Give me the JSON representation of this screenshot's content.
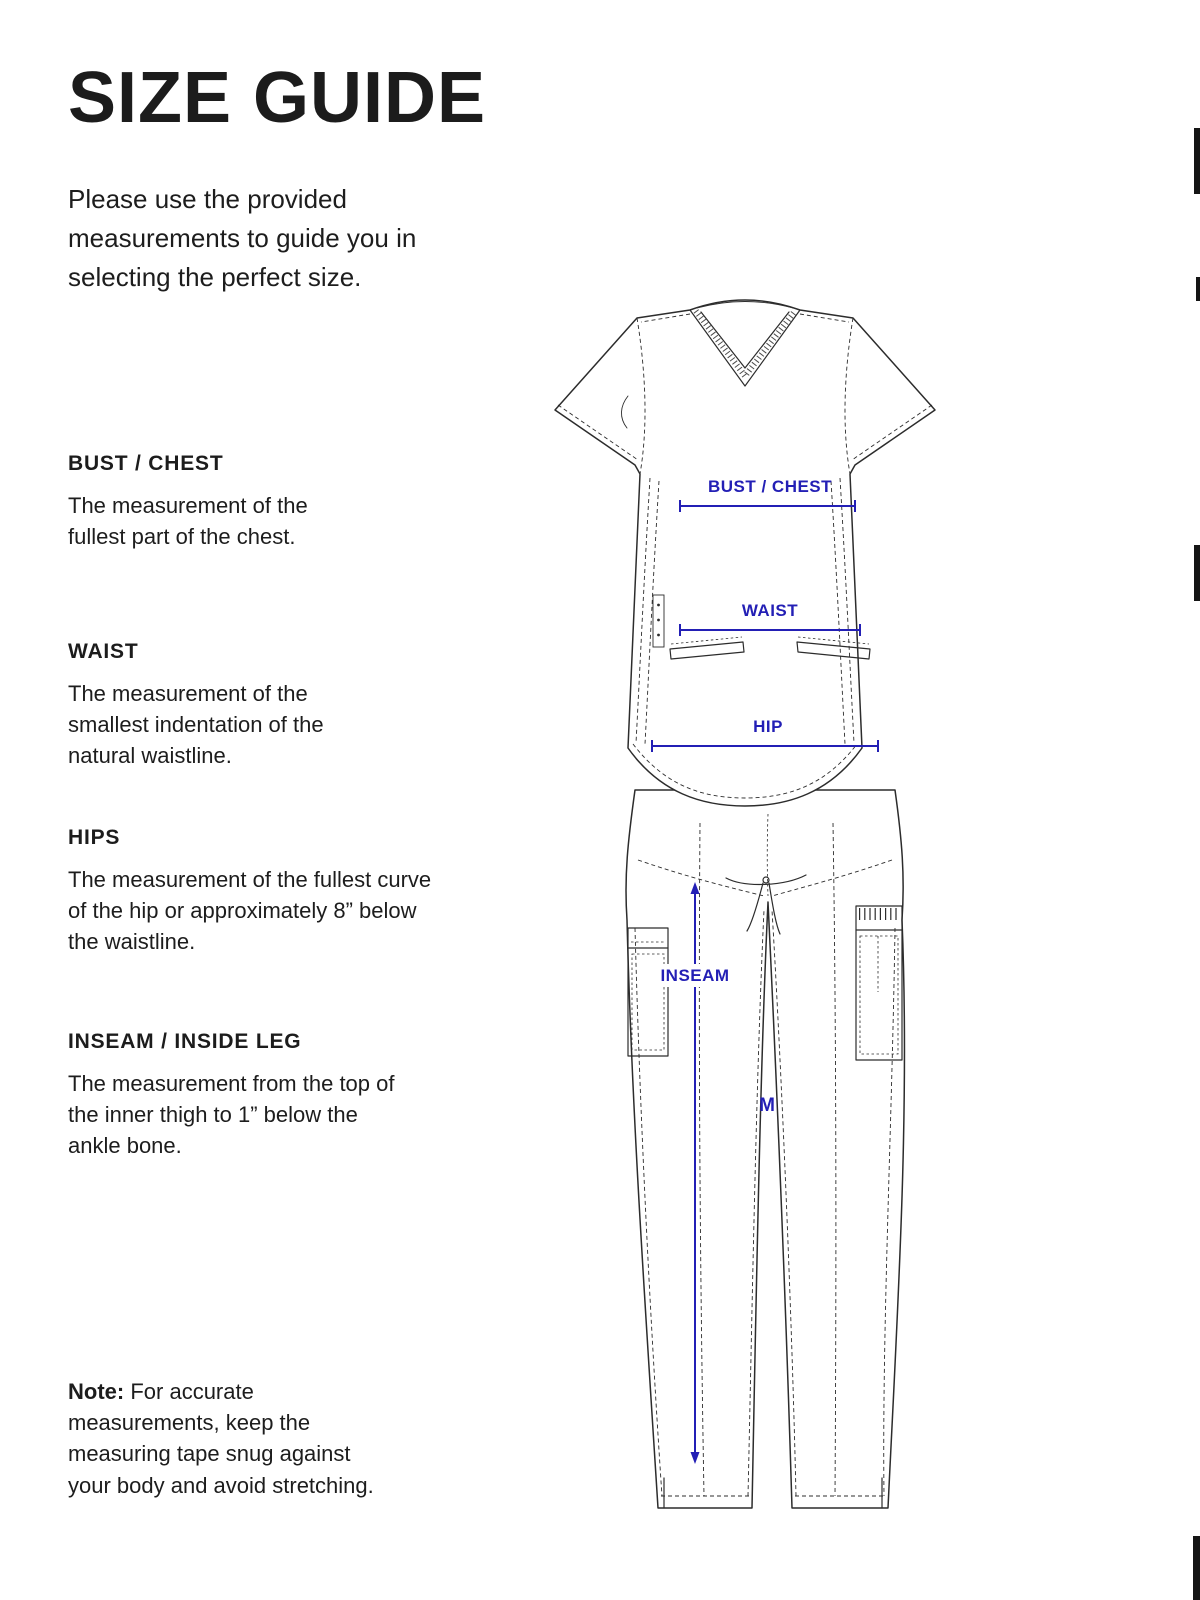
{
  "page": {
    "title": "SIZE GUIDE",
    "intro": "Please use the provided measurements to guide you in selecting the perfect size."
  },
  "sections": [
    {
      "heading": "BUST / CHEST",
      "body": "The measurement of the fullest part of the chest."
    },
    {
      "heading": "WAIST",
      "body": "The measurement of the smallest indentation of the natural waistline."
    },
    {
      "heading": "HIPS",
      "body": "The measurement of the fullest curve of the hip or approximately 8” below the waistline."
    },
    {
      "heading": "INSEAM / INSIDE LEG",
      "body": "The measurement from the top of the inner thigh to 1” below the ankle bone."
    }
  ],
  "note": {
    "label": "Note:",
    "body": "For accurate measurements, keep the measuring tape snug against your body and avoid stretching."
  },
  "diagram": {
    "labels": {
      "bust": "BUST / CHEST",
      "waist": "WAIST",
      "hip": "HIP",
      "inseam": "INSEAM",
      "size_marker": "M"
    },
    "colors": {
      "accent": "#231fb5",
      "line": "#2c2c2c"
    }
  }
}
